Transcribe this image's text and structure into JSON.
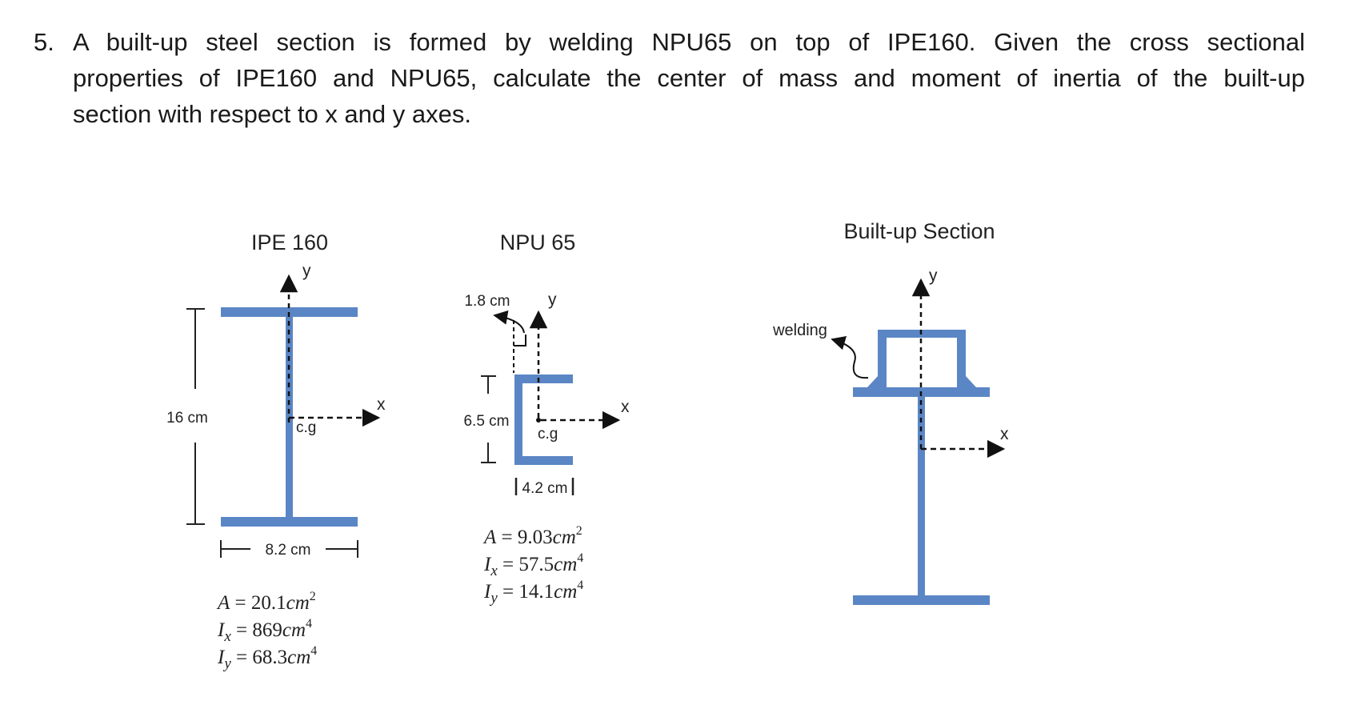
{
  "problem": {
    "number": "5.",
    "lines": [
      "A built-up steel section is formed by welding NPU65 on top of IPE160. Given the cross sectional",
      "properties of IPE160 and NPU65, calculate the center of mass and moment of inertia of the built-up",
      "section with respect to x and y axes."
    ]
  },
  "ipe160": {
    "title": "IPE 160",
    "axis_y": "y",
    "axis_x": "x",
    "cg_label": "c.g",
    "height_label": "16 cm",
    "width_label": "8.2 cm",
    "props": {
      "area": {
        "sym": "A",
        "eq": "= 20.1",
        "unit": "cm",
        "exp": "2"
      },
      "ix": {
        "sym": "I",
        "sub": "x",
        "eq": "= 869",
        "unit": "cm",
        "exp": "4"
      },
      "iy": {
        "sym": "I",
        "sub": "y",
        "eq": "= 68.3",
        "unit": "cm",
        "exp": "4"
      }
    }
  },
  "npu65": {
    "title": "NPU 65",
    "axis_y": "y",
    "axis_x": "x",
    "cg_label": "c.g",
    "offset_label": "1.8 cm",
    "height_label": "6.5 cm",
    "width_label": "4.2 cm",
    "props": {
      "area": {
        "sym": "A",
        "eq": "= 9.03",
        "unit": "cm",
        "exp": "2"
      },
      "ix": {
        "sym": "I",
        "sub": "x",
        "eq": "= 57.5",
        "unit": "cm",
        "exp": "4"
      },
      "iy": {
        "sym": "I",
        "sub": "y",
        "eq": "= 14.1",
        "unit": "cm",
        "exp": "4"
      }
    }
  },
  "builtup": {
    "title": "Built-up  Section",
    "axis_y": "y",
    "axis_x": "x",
    "welding_label": "welding"
  },
  "colors": {
    "steel": "#5b86c5",
    "text": "#1a1a1a",
    "line": "#222222"
  }
}
